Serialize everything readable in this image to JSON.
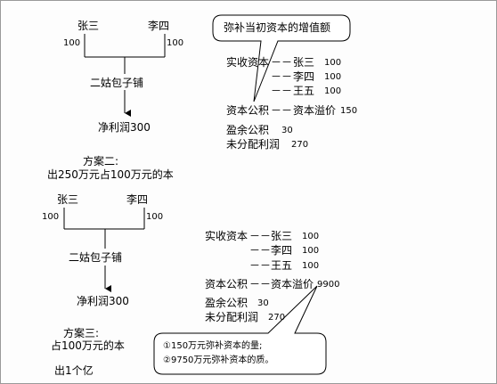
{
  "scheme1": {
    "partner_left": "张三",
    "partner_right": "李四",
    "amount_left": "100",
    "amount_right": "100",
    "company": "二姑包子铺",
    "profit": "净利润300"
  },
  "callout_top": "弥补当初资本的增值额",
  "ledger1": {
    "paid_in_label": "实收资本",
    "dashes": "－－",
    "rows": [
      {
        "name": "张三",
        "value": "100"
      },
      {
        "name": "李四",
        "value": "100"
      },
      {
        "name": "王五",
        "value": "100"
      }
    ],
    "reserve_label": "资本公积",
    "premium_label": "资本溢价",
    "premium_value": "150",
    "surplus_label": "盈余公积",
    "surplus_value": "30",
    "undistributed_label": "未分配利润",
    "undistributed_value": "270"
  },
  "scheme2": {
    "title": "方案二:",
    "desc": "出250万元占100万元的本",
    "partner_left": "张三",
    "partner_right": "李四",
    "amount_left": "100",
    "amount_right": "100",
    "company": "二姑包子铺",
    "profit": "净利润300"
  },
  "ledger2": {
    "paid_in_label": "实收资本",
    "dashes": "－－",
    "rows": [
      {
        "name": "张三",
        "value": "100"
      },
      {
        "name": "李四",
        "value": "100"
      },
      {
        "name": "王五",
        "value": "100"
      }
    ],
    "reserve_label": "资本公积",
    "premium_label": "资本溢价",
    "premium_value": "9900",
    "surplus_label": "盈余公积",
    "surplus_value": "30",
    "undistributed_label": "未分配利润",
    "undistributed_value": "270"
  },
  "scheme3": {
    "title": "方案三:",
    "desc": "占100万元的本",
    "note": "出1个亿"
  },
  "callout_bottom": {
    "line1": "①150万元弥补资本的量;",
    "line2": "②9750万元弥补资本的质。"
  }
}
